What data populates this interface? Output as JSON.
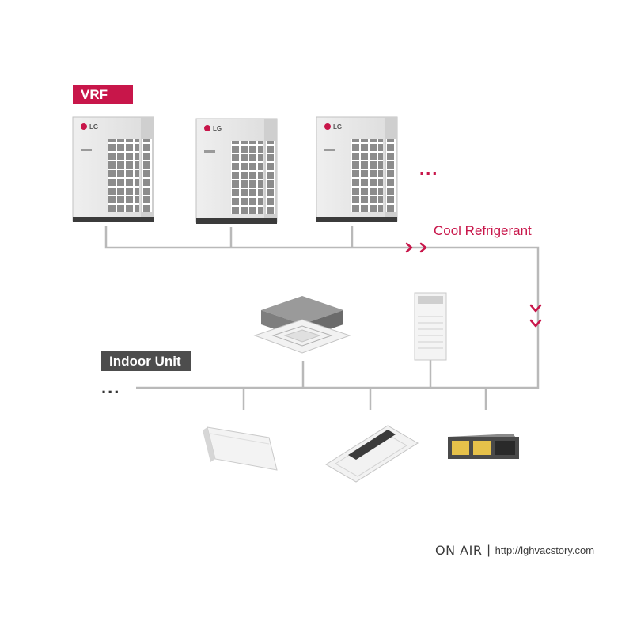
{
  "colors": {
    "accent": "#c8164a",
    "pipe": "#b9b9b9",
    "indoor_badge": "#4d4d4d",
    "text_dark": "#3a3a3a"
  },
  "labels": {
    "vrf": "VRF",
    "indoor_unit": "Indoor Unit",
    "cool_refrigerant": "Cool Refrigerant",
    "outdoor_more": "...",
    "indoor_more": "..."
  },
  "outdoor_units": [
    {
      "logo": "LG",
      "icon": "vrf-outdoor-unit-icon"
    },
    {
      "logo": "LG",
      "icon": "vrf-outdoor-unit-icon"
    },
    {
      "logo": "LG",
      "icon": "vrf-outdoor-unit-icon"
    }
  ],
  "indoor_units": [
    {
      "icon": "ceiling-cassette-4way-icon"
    },
    {
      "icon": "floor-standing-unit-icon"
    },
    {
      "icon": "console-unit-icon"
    },
    {
      "icon": "ceiling-cassette-1way-icon"
    },
    {
      "icon": "ducted-unit-icon"
    }
  ],
  "footer": {
    "brand": "ON AIR",
    "separator": "|",
    "url": "http://lghvacstory.com"
  }
}
